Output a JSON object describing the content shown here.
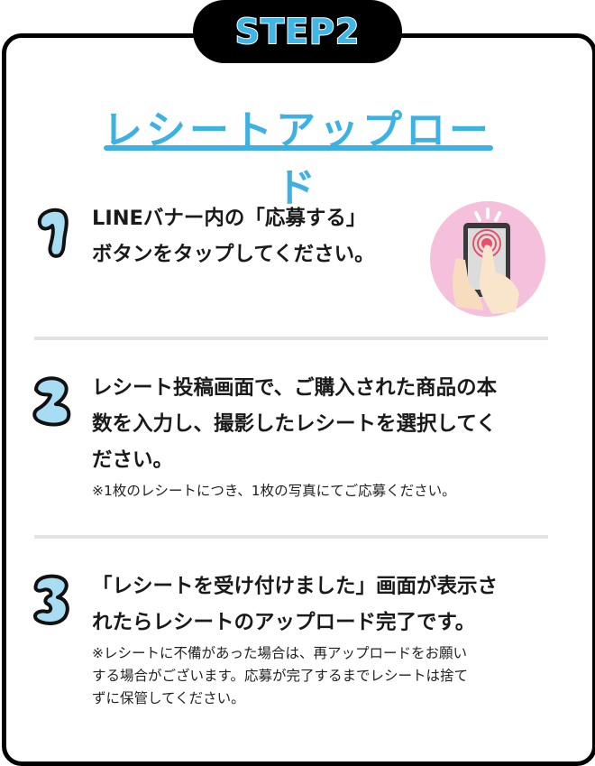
{
  "header": {
    "step_label": "STEP2",
    "title": "レシートアップロード"
  },
  "colors": {
    "accent": "#3db2e2",
    "number_fill": "#a8dcf2",
    "illustration_bg": "#f4c0dc",
    "divider": "#e3e3e3"
  },
  "steps": [
    {
      "number": "1",
      "lines": [
        "LINEバナー内の「応募する」",
        "ボタンをタップしてください。"
      ],
      "note": [],
      "illustration": "hand-tapping-phone-icon"
    },
    {
      "number": "2",
      "lines": [
        "レシート投稿画面で、ご購入された商品の本",
        "数を入力し、撮影したレシートを選択してく",
        "ださい。"
      ],
      "note": [
        "※1枚のレシートにつき、1枚の写真にてご応募ください。"
      ]
    },
    {
      "number": "3",
      "lines": [
        "「レシートを受け付けました」画面が表示さ",
        "れたらレシートのアップロード完了です。"
      ],
      "note": [
        "※レシートに不備があった場合は、再アップロードをお願い",
        "する場合がございます。応募が完了するまでレシートは捨て",
        "ずに保管してください。"
      ]
    }
  ]
}
